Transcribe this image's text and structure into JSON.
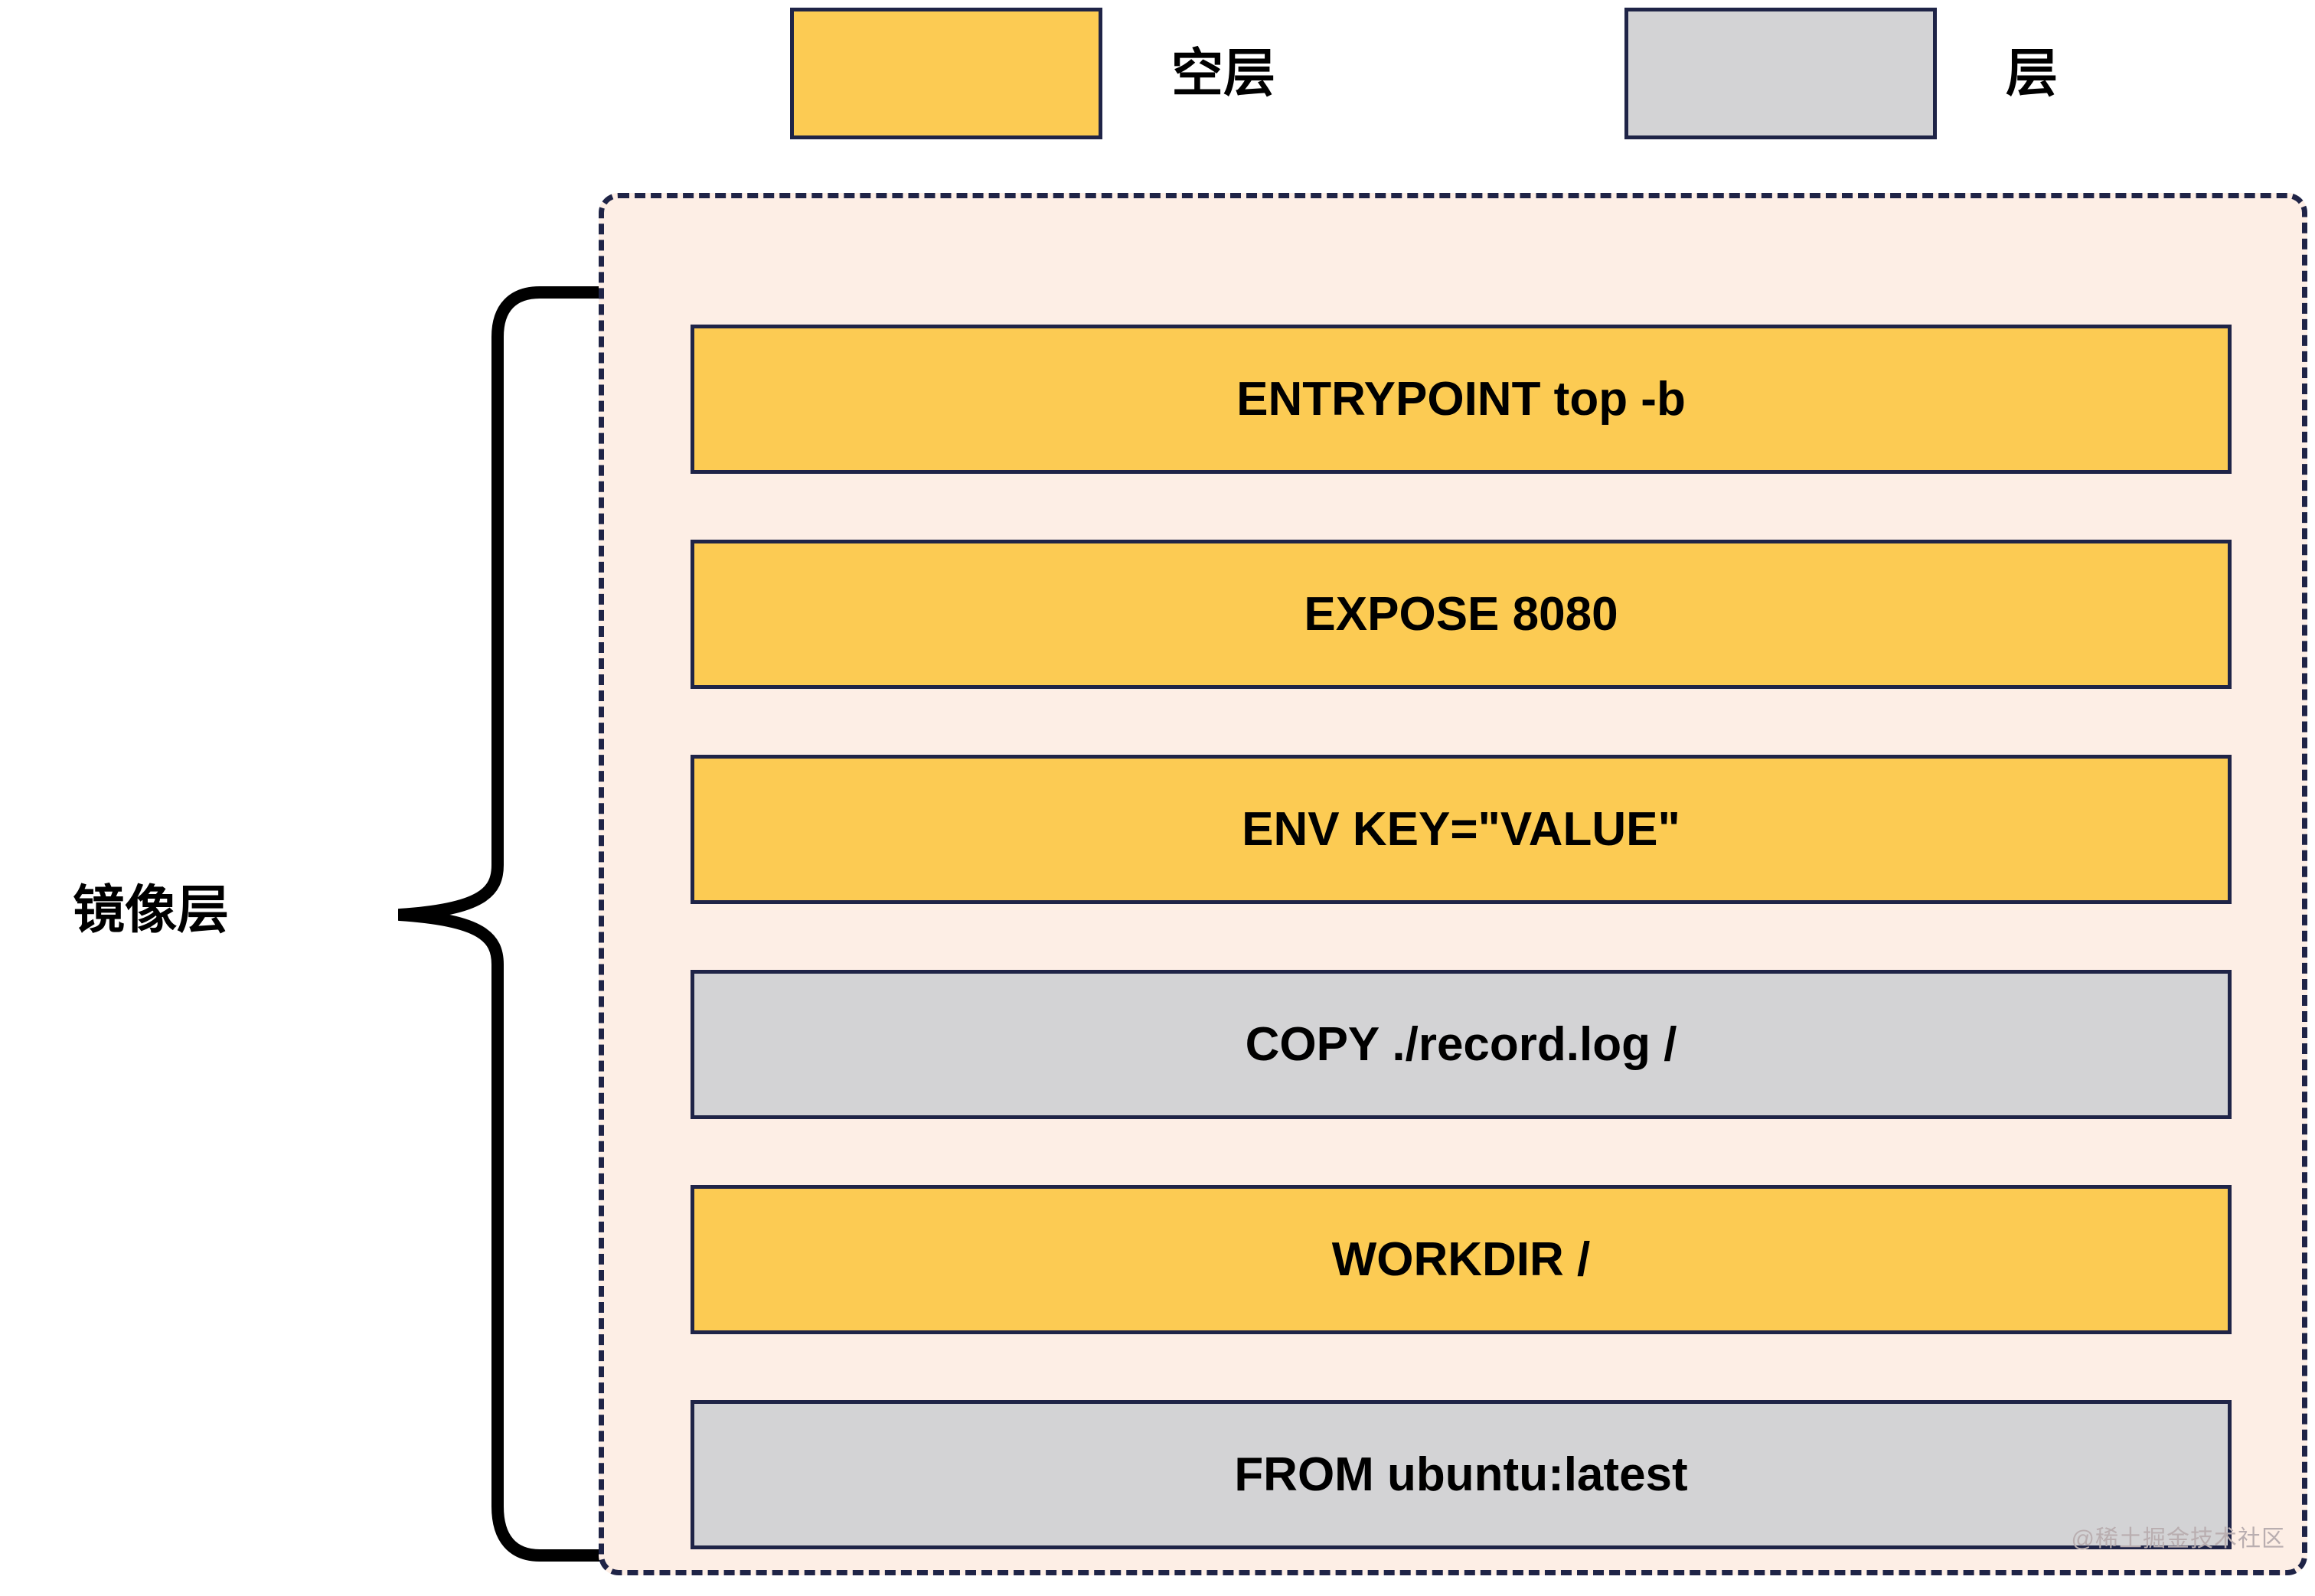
{
  "legend": {
    "items": [
      {
        "label": "空层",
        "swatch_color": "#fccb53",
        "kind": "empty"
      },
      {
        "label": "层",
        "swatch_color": "#d3d3d5",
        "kind": "filled"
      }
    ]
  },
  "group": {
    "label": "镜像层"
  },
  "diagram": {
    "container_fill": "#fdeee5",
    "container_border": "#1f2447",
    "border_style": "dashed",
    "layers": [
      {
        "text": "ENTRYPOINT top -b",
        "kind": "empty",
        "color": "#fccb53"
      },
      {
        "text": "EXPOSE 8080",
        "kind": "empty",
        "color": "#fccb53"
      },
      {
        "text": "ENV KEY=\"VALUE\"",
        "kind": "empty",
        "color": "#fccb53"
      },
      {
        "text": "COPY ./record.log /",
        "kind": "filled",
        "color": "#d3d3d5"
      },
      {
        "text": "WORKDIR /",
        "kind": "empty",
        "color": "#fccb53"
      },
      {
        "text": "FROM ubuntu:latest",
        "kind": "filled",
        "color": "#d3d3d5"
      }
    ]
  },
  "watermark": {
    "text": "@稀土掘金技术社区"
  }
}
